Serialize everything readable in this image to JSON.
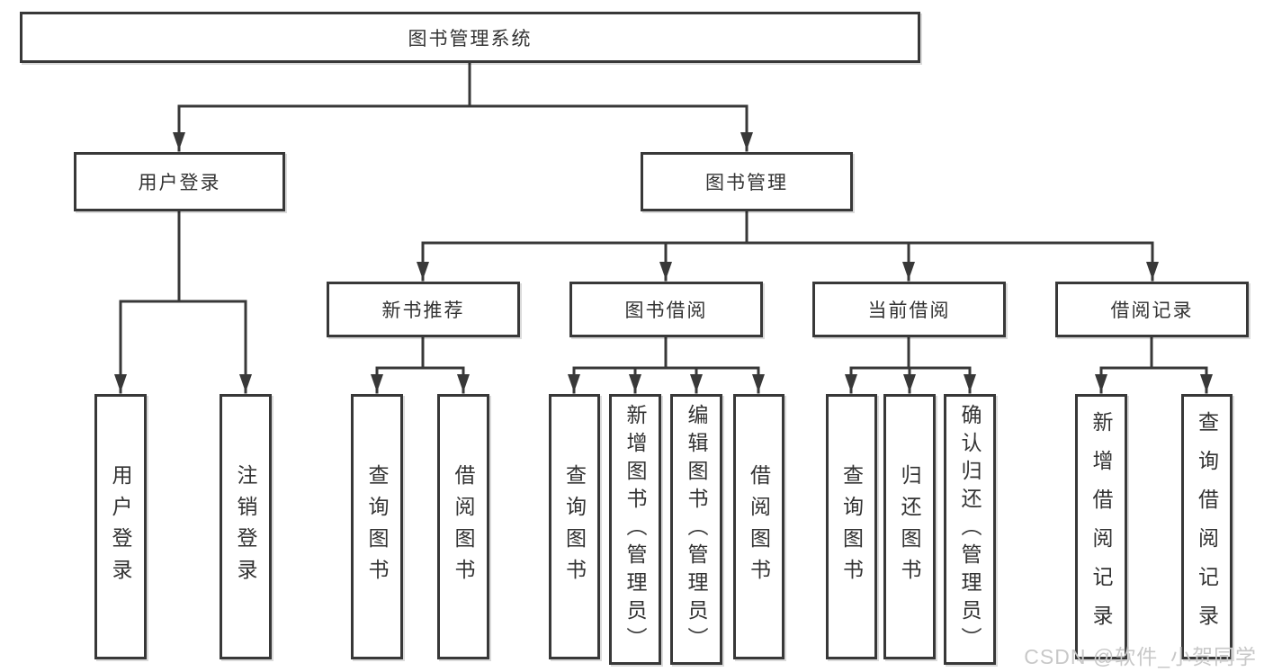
{
  "tree": {
    "root": {
      "label": "图书管理系统",
      "children": [
        {
          "label": "用户登录",
          "children": [
            {
              "label": "用户登录"
            },
            {
              "label": "注销登录"
            }
          ]
        },
        {
          "label": "图书管理",
          "children": [
            {
              "label": "新书推荐",
              "children": [
                {
                  "label": "查询图书"
                },
                {
                  "label": "借阅图书"
                }
              ]
            },
            {
              "label": "图书借阅",
              "children": [
                {
                  "label": "查询图书"
                },
                {
                  "label": "新增图书（管理员）"
                },
                {
                  "label": "编辑图书（管理员）"
                },
                {
                  "label": "借阅图书"
                }
              ]
            },
            {
              "label": "当前借阅",
              "children": [
                {
                  "label": "查询图书"
                },
                {
                  "label": "归还图书"
                },
                {
                  "label": "确认归还（管理员）"
                }
              ]
            },
            {
              "label": "借阅记录",
              "children": [
                {
                  "label": "新增借阅记录"
                },
                {
                  "label": "查询借阅记录"
                }
              ]
            }
          ]
        }
      ]
    }
  },
  "watermark": "CSDN @软件_小贺同学",
  "colors": {
    "line": "#383838",
    "text": "#333333",
    "watermark": "#c8c8c8",
    "background": "#ffffff"
  }
}
